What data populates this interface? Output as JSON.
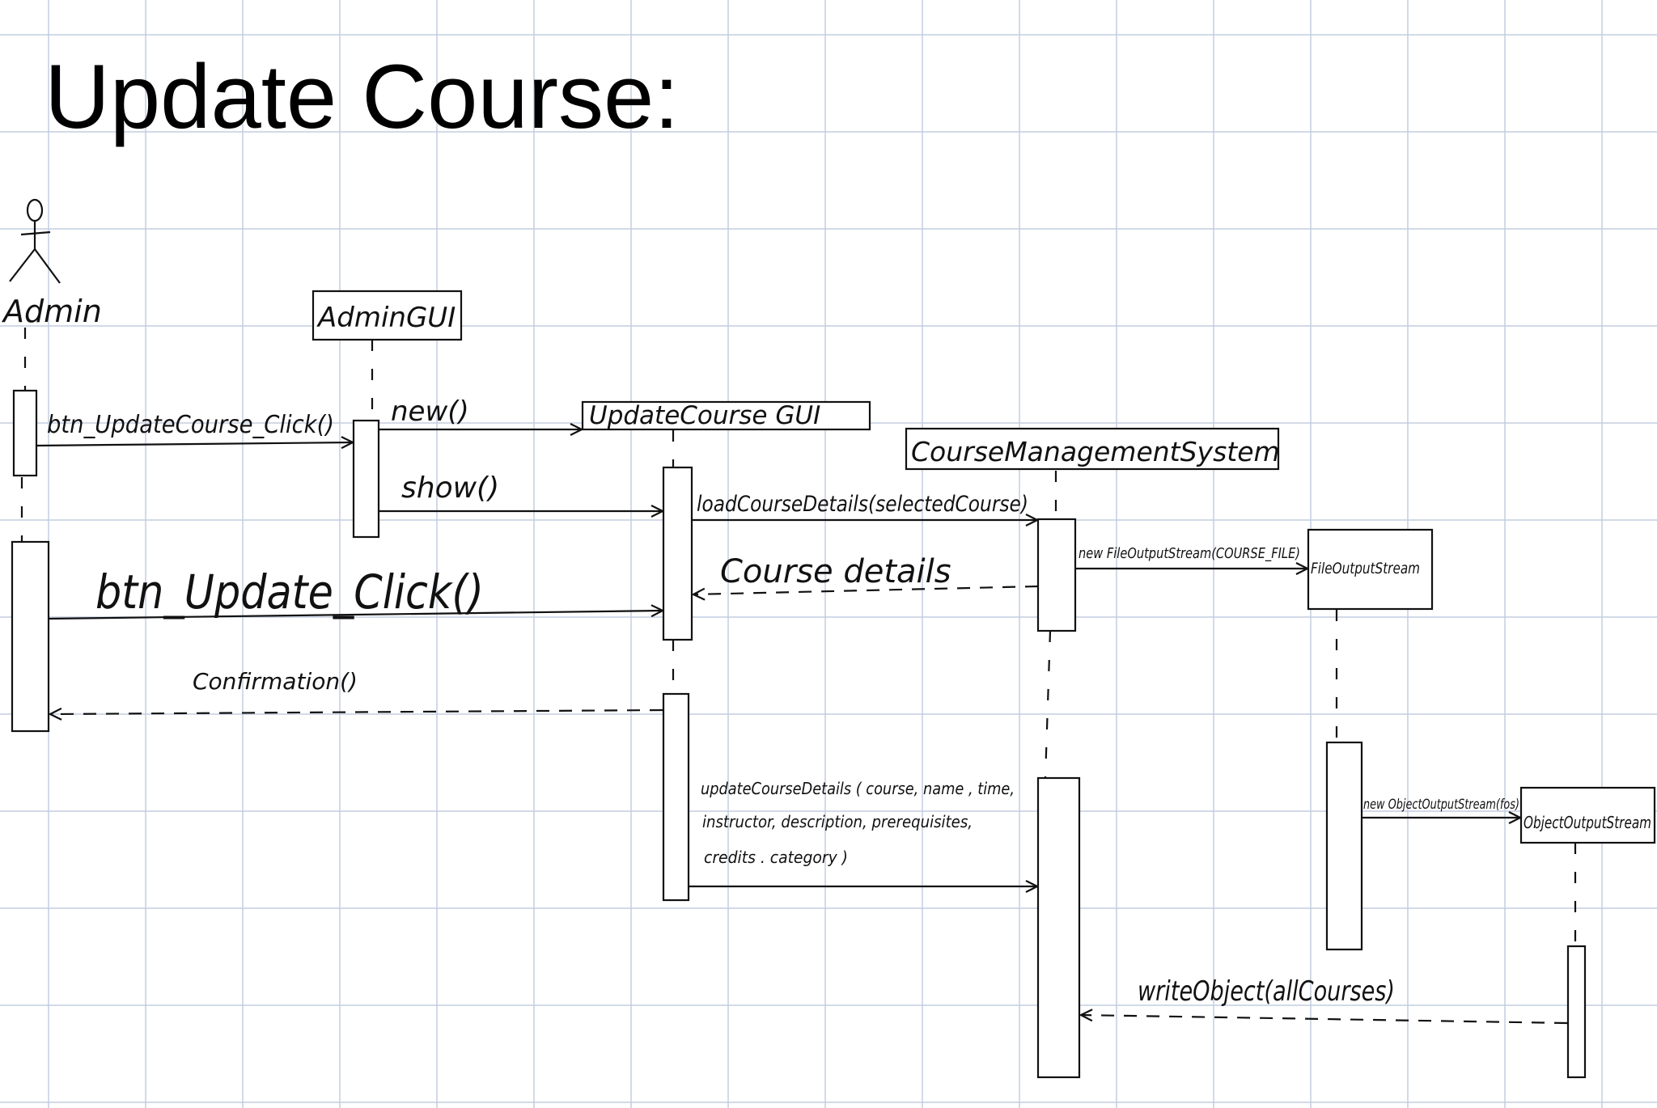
{
  "title": "Update Course:",
  "actor": {
    "name": "Admin"
  },
  "participants": {
    "admin_gui": "AdminGUI",
    "update_course_gui": "UpdateCourse GUI",
    "course_management_system": "CourseManagementSystem",
    "file_output_stream": "FileOutputStream",
    "object_output_stream": "ObjectOutputStream"
  },
  "messages": {
    "btn_update_course_click": "btn_UpdateCourse_Click()",
    "new_update_course_gui": "new()",
    "show": "show()",
    "load_course_details": "loadCourseDetails(selectedCourse)",
    "course_details": "Course details",
    "new_file_output_stream": "new FileOutputStream(COURSE_FILE)",
    "btn_update_click": "btn_Update_Click()",
    "confirmation": "Confirmation()",
    "update_course_details_line1": "updateCourseDetails ( course, name , time,",
    "update_course_details_line2": "instructor, description, prerequisites,",
    "update_course_details_line3": "credits . category )",
    "new_object_output_stream": "new ObjectOutputStream(fos)",
    "write_object": "writeObject(allCourses)"
  }
}
